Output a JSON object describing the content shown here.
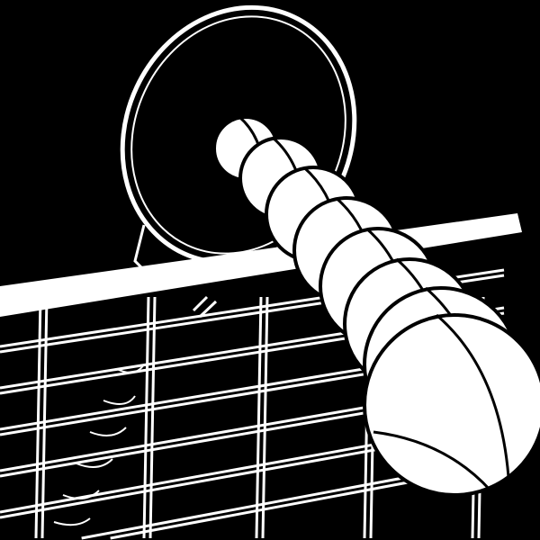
{
  "colors": {
    "background": "#000000",
    "foreground": "#ffffff"
  },
  "illustration": {
    "subject": [
      "tennis-racket",
      "tennis-net",
      "tennis-ball-motion-trail"
    ]
  }
}
